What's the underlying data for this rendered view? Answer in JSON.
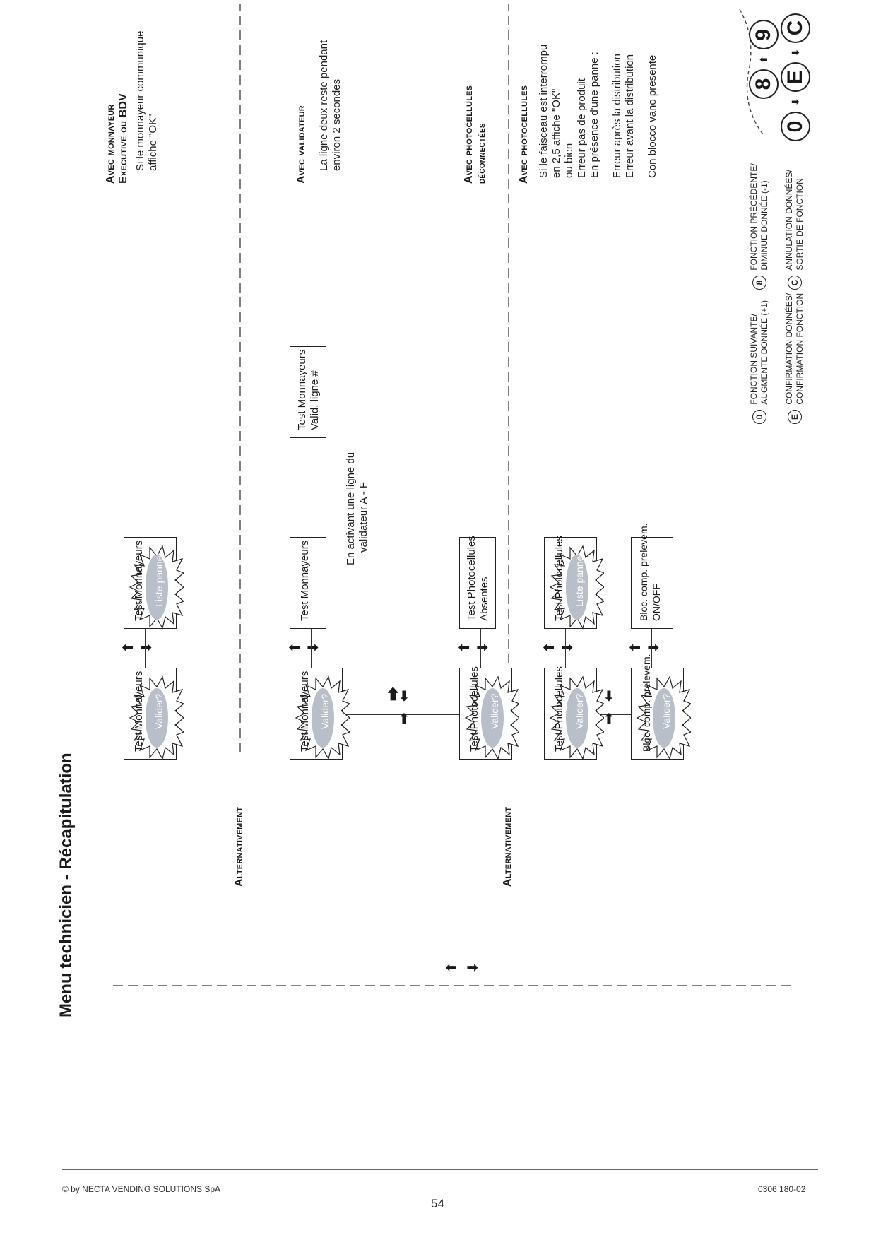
{
  "page": {
    "title": "Menu technicien - Récapitulation",
    "footer_left": "© by NECTA VENDING SOLUTIONS SpA",
    "footer_right": "0306 180-02",
    "page_number": "54"
  },
  "labels": {
    "alternativement_1": "Alternativement",
    "alternativement_2": "Alternativement"
  },
  "boxes": {
    "monnayeurs_valider": {
      "line1": "Test Monnayeurs",
      "star": "Valider?"
    },
    "monnayeurs_pannes": {
      "line1": "Test Monnayeurs",
      "star": "Liste pannes"
    },
    "monnayeurs_valider_2": {
      "line1": "Test Monnayeurs",
      "star": "Valider?"
    },
    "monnayeurs_plain": {
      "line1": "Test Monnayeurs"
    },
    "monnayeurs_valid_ligne": {
      "line1": "Test Monnayeurs",
      "line2": "Valid. ligne #"
    },
    "photo_valider_1": {
      "line1": "Test Photocellules",
      "star": "Valider?"
    },
    "photo_absentes": {
      "line1": "Test Photocellules",
      "line2": "Absentes"
    },
    "photo_valider_2": {
      "line1": "Test Photocellules",
      "star": "Valider?"
    },
    "photo_pannes": {
      "line1": "Test Photocellules",
      "star": "Liste pannes"
    },
    "bloc_valider": {
      "line1": "Bloc. comp. prelevem.",
      "star": "Valider?"
    },
    "bloc_onoff": {
      "line1": "Bloc. comp. prelevem.",
      "line2": "ON/OFF"
    }
  },
  "annotations": {
    "validateur_ligne_1": "En activant une ligne du",
    "validateur_ligne_2": "validateur A - F"
  },
  "notes": {
    "monnayeur_title_1": "Avec monnayeur",
    "monnayeur_title_2": "Executive ou BDV",
    "monnayeur_text_1": "Si le monnayeur communique",
    "monnayeur_text_2": "affiche \"OK\"",
    "validateur_title": "Avec validateur",
    "validateur_text_1": "La ligne deux reste pendant",
    "validateur_text_2": "environ 2 secondes",
    "photo_deconnectees_title_1": "Avec photocellules",
    "photo_deconnectees_title_2": "déconnectées",
    "photo_title": "Avec photocellules",
    "photo_text_1": "Si le faisceau est interrompu",
    "photo_text_2": "en 2,5 affiche \"OK\"",
    "photo_text_3": "ou bien",
    "photo_text_4": "Erreur pas de produit",
    "photo_text_5": "En présence d'une panne :",
    "photo_text_6": "Erreur après la distribution",
    "photo_text_7": "Erreur avant la distribution",
    "photo_text_8": "Con blocco  vano presente"
  },
  "legend": {
    "key_0_line1": "Fonction suivante/",
    "key_0_line2": "augmente donnée (+1)",
    "key_8_line1": "Fonction précédente/",
    "key_8_line2": "diminue donnée (-1)",
    "key_e_line1": "Confirmation données/",
    "key_e_line2": "confirmation fonction",
    "key_c_line1": "Annulation données/",
    "key_c_line2": "sortie de fonction"
  },
  "keypad": {
    "keys_top": [
      "8",
      "9"
    ],
    "keys_bottom": [
      "0",
      "E",
      "C"
    ]
  },
  "icons": {
    "arrow_up": "arrow-up-icon",
    "arrow_down": "arrow-down-icon",
    "arrow_left": "arrow-left-icon",
    "arrow_right": "arrow-right-icon",
    "starburst": "starburst-icon"
  }
}
